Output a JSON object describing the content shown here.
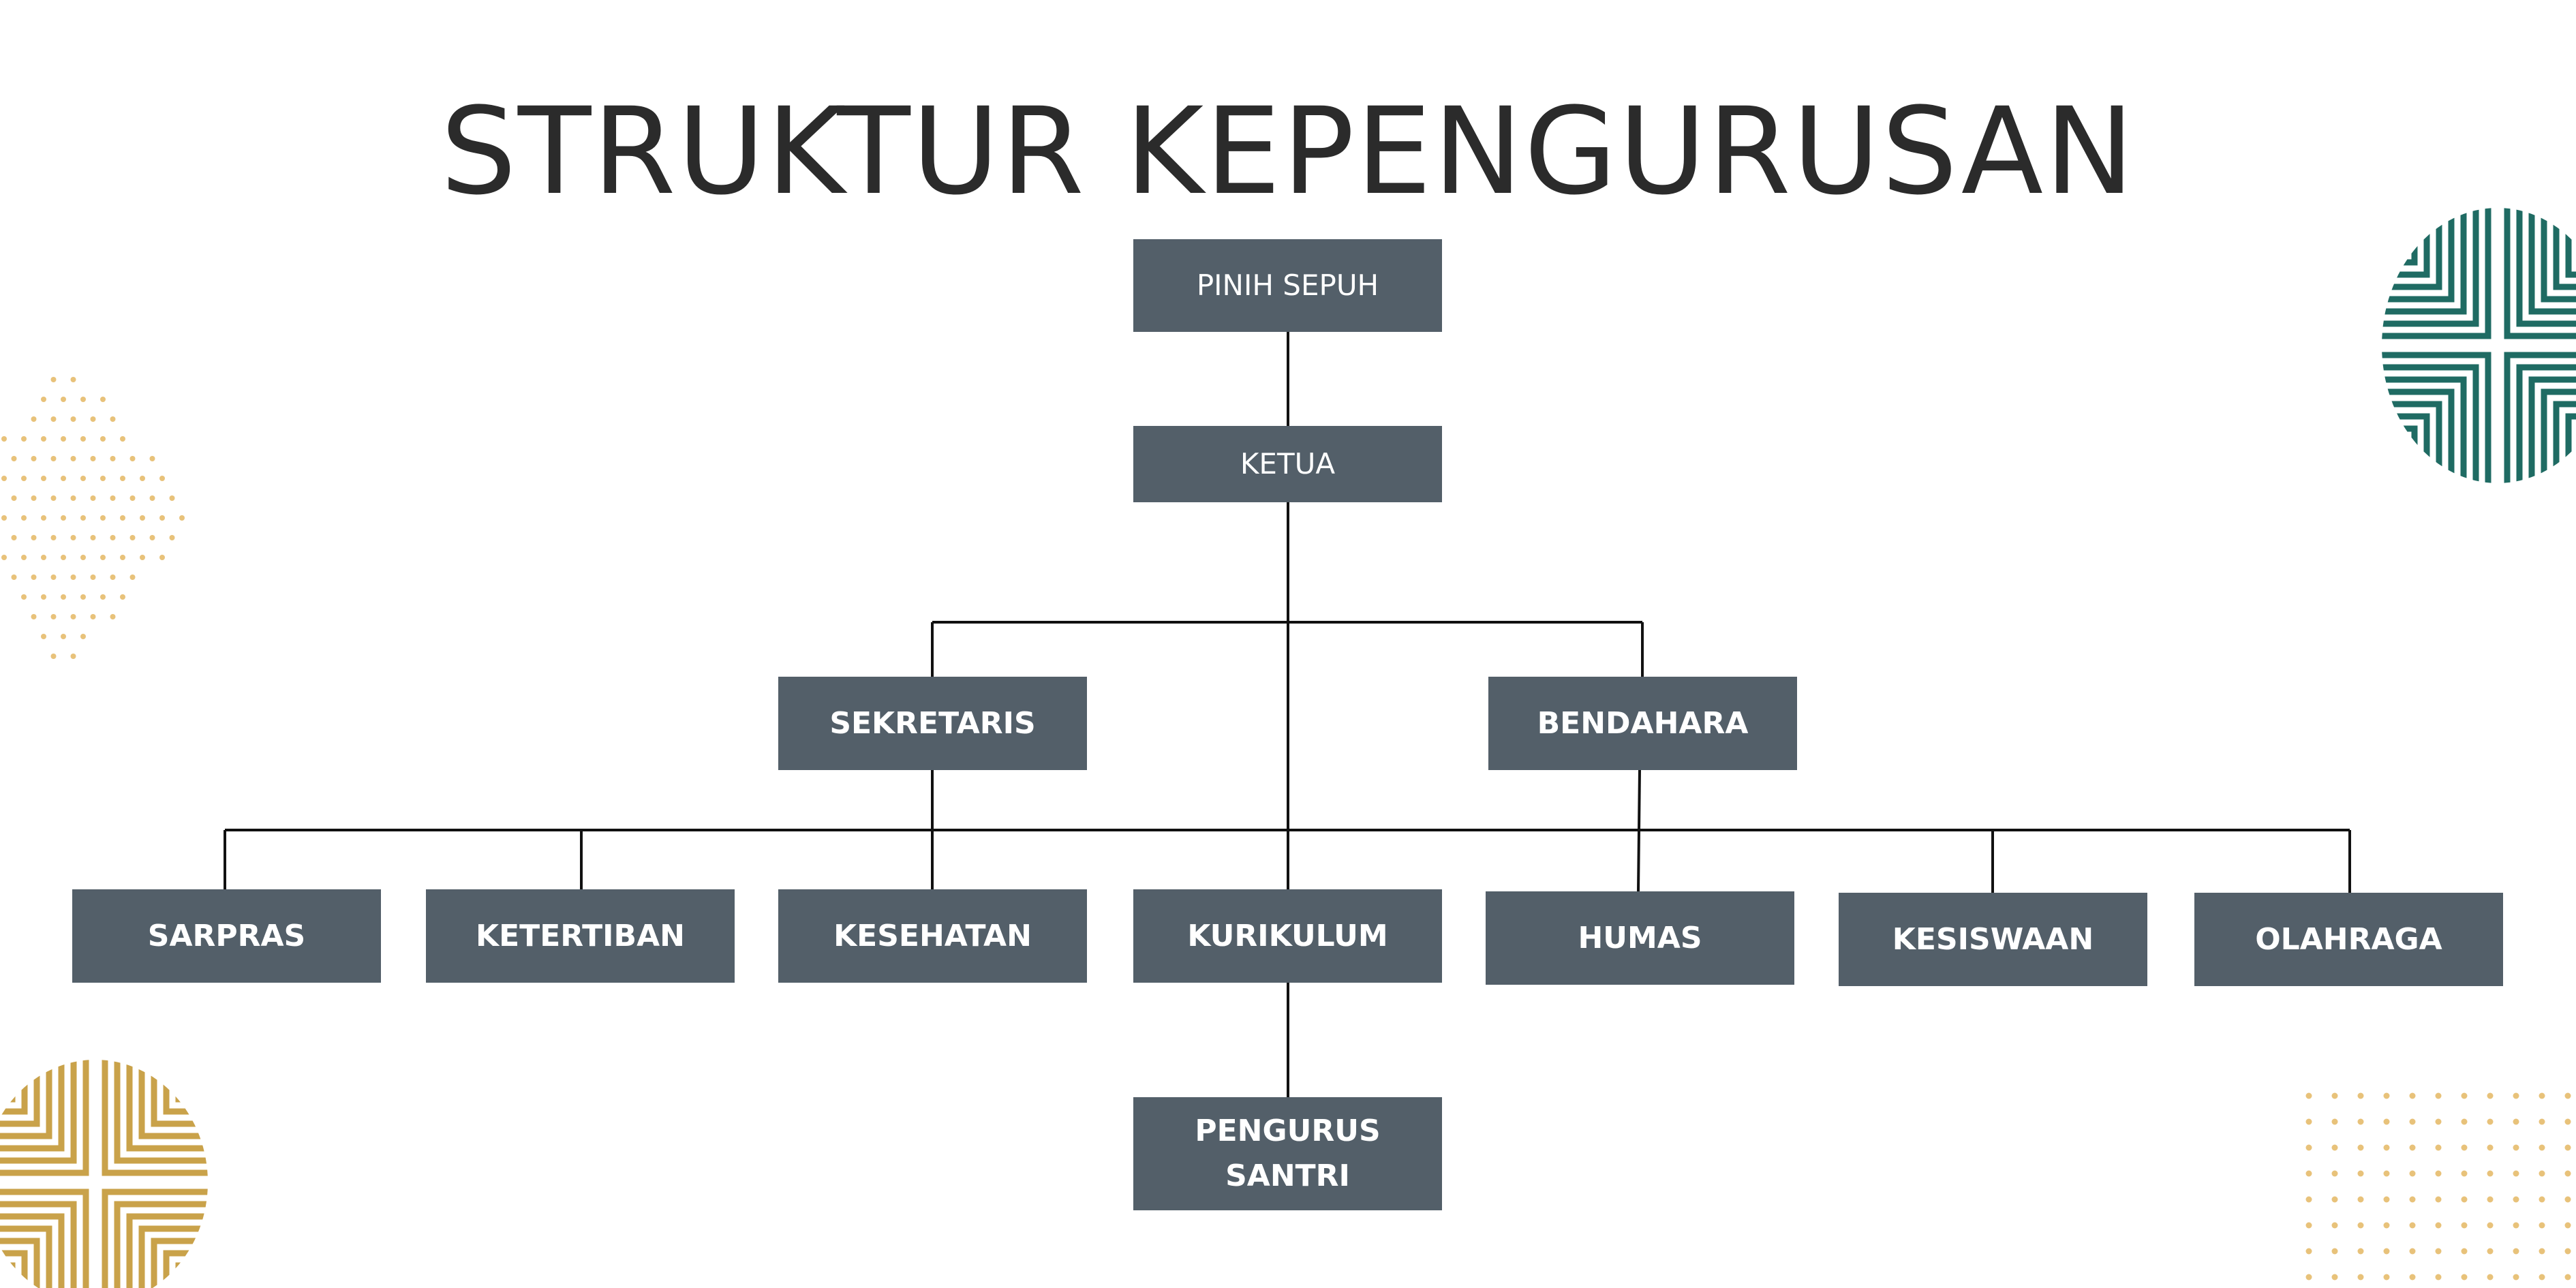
{
  "title": "STRUKTUR KEPENGURUSAN",
  "nodes": {
    "pinih_sepuh": "PINIH SEPUH",
    "ketua": "KETUA",
    "sekretaris": "SEKRETARIS",
    "bendahara": "BENDAHARA",
    "sarpras": "SARPRAS",
    "ketertiban": "KETERTIBAN",
    "kesehatan": "KESEHATAN",
    "kurikulum": "KURIKULUM",
    "humas": "HUMAS",
    "kesiswaan": "KESISWAAN",
    "olahraga": "OLAHRAGA",
    "pengurus_santri": "PENGURUS\nSANTRI"
  },
  "relations": [
    {
      "from": "pinih_sepuh",
      "to": "ketua"
    },
    {
      "from": "ketua",
      "to": "sekretaris"
    },
    {
      "from": "ketua",
      "to": "bendahara"
    },
    {
      "from": "ketua",
      "to": "sarpras"
    },
    {
      "from": "ketua",
      "to": "ketertiban"
    },
    {
      "from": "ketua",
      "to": "kesehatan"
    },
    {
      "from": "ketua",
      "to": "kurikulum"
    },
    {
      "from": "ketua",
      "to": "humas"
    },
    {
      "from": "ketua",
      "to": "kesiswaan"
    },
    {
      "from": "ketua",
      "to": "olahraga"
    },
    {
      "from": "kurikulum",
      "to": "pengurus_santri"
    }
  ],
  "colors": {
    "box_fill": "#535f69",
    "box_text": "#ffffff",
    "title_text": "#2b2b2b",
    "connector": "#111111",
    "deco_teal": "#1f6b63",
    "deco_gold": "#c9a24a",
    "deco_dots": "#e8c27a"
  },
  "decorations": [
    "teal-striped-circle",
    "gold-striped-circle",
    "dot-grid",
    "dot-grid"
  ]
}
